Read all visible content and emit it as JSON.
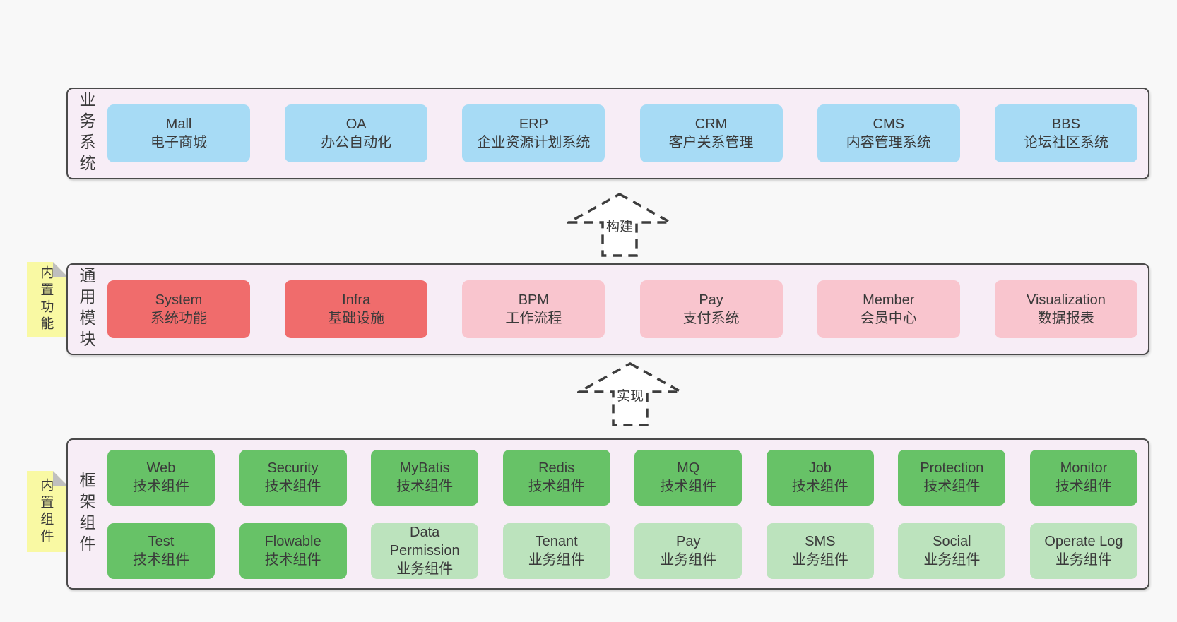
{
  "colors": {
    "canvas_bg": "#f8f8f8",
    "panel_bg": "#f7edf6",
    "panel_border": "#4a4a4a",
    "blue_box": "#a7dbf5",
    "red_box": "#f06c6c",
    "pink_box": "#f9c5ce",
    "green_box": "#67c267",
    "light_green_box": "#bce3bd",
    "sticky_yellow": "#f9f9a3",
    "sticky_fold_gray": "#bfbfbf",
    "text": "#3a3a3a"
  },
  "business_panel": {
    "label": "业务系统",
    "boxes": [
      {
        "title": "Mall",
        "subtitle": "电子商城"
      },
      {
        "title": "OA",
        "subtitle": "办公自动化"
      },
      {
        "title": "ERP",
        "subtitle": "企业资源计划系统"
      },
      {
        "title": "CRM",
        "subtitle": "客户关系管理"
      },
      {
        "title": "CMS",
        "subtitle": "内容管理系统"
      },
      {
        "title": "BBS",
        "subtitle": "论坛社区系统"
      }
    ]
  },
  "build_arrow": {
    "label": "构建"
  },
  "common_panel": {
    "label": "通用模块",
    "sticky_label": "内置功能",
    "boxes": [
      {
        "title": "System",
        "subtitle": "系统功能"
      },
      {
        "title": "Infra",
        "subtitle": "基础设施"
      },
      {
        "title": "BPM",
        "subtitle": "工作流程"
      },
      {
        "title": "Pay",
        "subtitle": "支付系统"
      },
      {
        "title": "Member",
        "subtitle": "会员中心"
      },
      {
        "title": "Visualization",
        "subtitle": "数据报表"
      }
    ]
  },
  "implement_arrow": {
    "label": "实现"
  },
  "framework_panel": {
    "label": "框架组件",
    "sticky_label": "内置组件",
    "row1": [
      {
        "title": "Web",
        "subtitle": "技术组件"
      },
      {
        "title": "Security",
        "subtitle": "技术组件"
      },
      {
        "title": "MyBatis",
        "subtitle": "技术组件"
      },
      {
        "title": "Redis",
        "subtitle": "技术组件"
      },
      {
        "title": "MQ",
        "subtitle": "技术组件"
      },
      {
        "title": "Job",
        "subtitle": "技术组件"
      },
      {
        "title": "Protection",
        "subtitle": "技术组件"
      },
      {
        "title": "Monitor",
        "subtitle": "技术组件"
      }
    ],
    "row2": [
      {
        "title": "Test",
        "subtitle": "技术组件"
      },
      {
        "title": "Flowable",
        "subtitle": "技术组件"
      },
      {
        "title": "Data Permission",
        "subtitle": "业务组件"
      },
      {
        "title": "Tenant",
        "subtitle": "业务组件"
      },
      {
        "title": "Pay",
        "subtitle": "业务组件"
      },
      {
        "title": "SMS",
        "subtitle": "业务组件"
      },
      {
        "title": "Social",
        "subtitle": "业务组件"
      },
      {
        "title": "Operate Log",
        "subtitle": "业务组件"
      }
    ]
  }
}
